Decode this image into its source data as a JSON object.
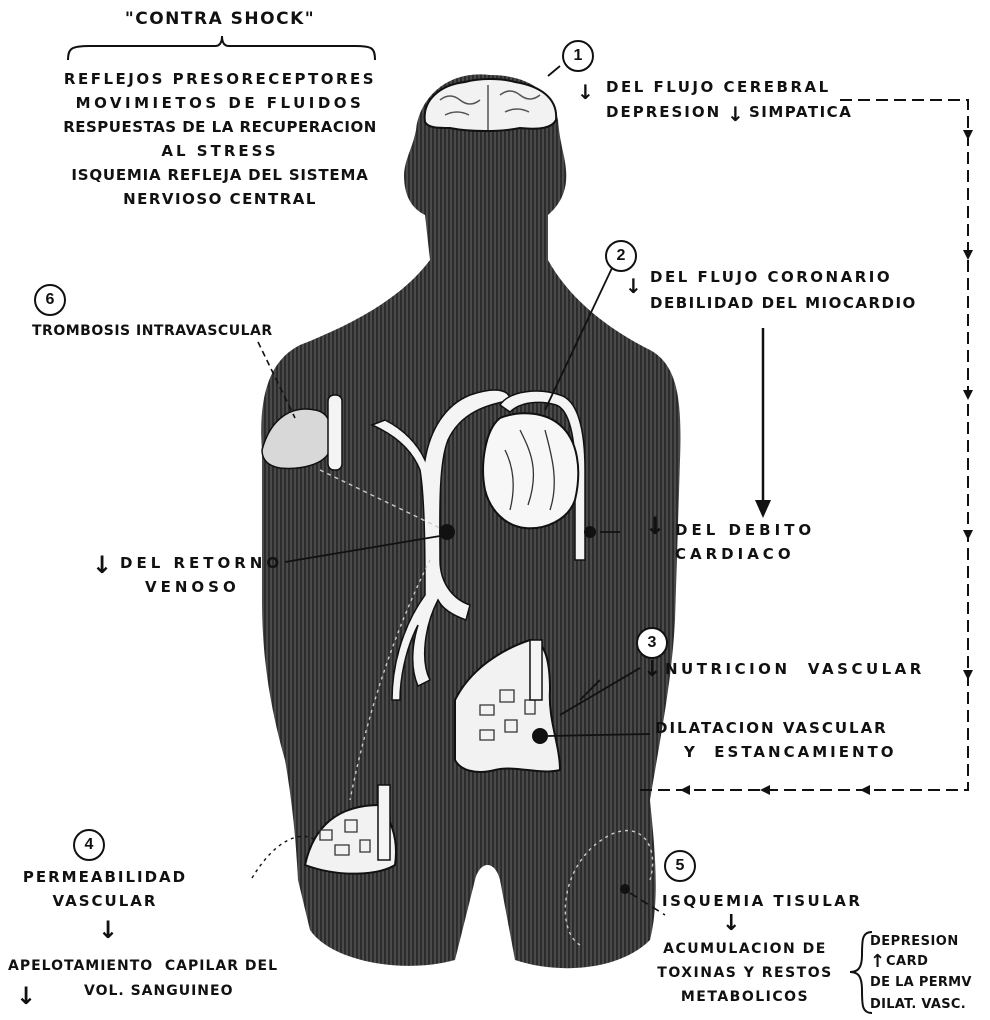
{
  "contra_shock": {
    "title": "\"CONTRA SHOCK\"",
    "items": [
      "REFLEJOS PRESORECEPTORES",
      "MOVIMIETOS DE FLUIDOS",
      "RESPUESTAS DE LA RECUPERACION",
      "AL STRESS",
      "ISQUEMIA REFLEJA DEL SISTEMA",
      "NERVIOSO CENTRAL"
    ]
  },
  "numbers": [
    "1",
    "2",
    "3",
    "4",
    "5",
    "6"
  ],
  "cerebral": {
    "line1": "DEL FLUJO CEREBRAL",
    "line2_a": "DEPRESION",
    "line2_b": "SIMPATICA"
  },
  "coronario": {
    "line1": "DEL FLUJO CORONARIO",
    "line2": "DEBILIDAD DEL MIOCARDIO"
  },
  "trombosis": "TROMBOSIS INTRAVASCULAR",
  "retorno": {
    "line1": "DEL RETORNO",
    "line2": "VENOSO"
  },
  "debito": {
    "line1": "DEL DEBITO",
    "line2": "CARDIACO"
  },
  "nutricion": "NUTRICION  VASCULAR",
  "dilatacion": {
    "line1": "DILATACION VASCULAR",
    "line2": "Y  ESTANCAMIENTO"
  },
  "permeabilidad": {
    "line1": "PERMEABILIDAD",
    "line2": "VASCULAR"
  },
  "apelotamiento": {
    "line1": "APELOTAMIENTO  CAPILAR DEL",
    "line2": "VOL. SANGUINEO"
  },
  "isquemia": "ISQUEMIA TISULAR",
  "acumulacion": {
    "line1": "ACUMULACION DE",
    "line2": "TOXINAS Y RESTOS",
    "line3": "METABOLICOS"
  },
  "bracket": {
    "line1": "DEPRESION",
    "line2": "CARD",
    "line3": "DE LA PERMV",
    "line4": "DILAT. VASC."
  },
  "colors": {
    "body_fill": "#3a3a3a",
    "ink": "#111111",
    "paper": "#ffffff"
  }
}
